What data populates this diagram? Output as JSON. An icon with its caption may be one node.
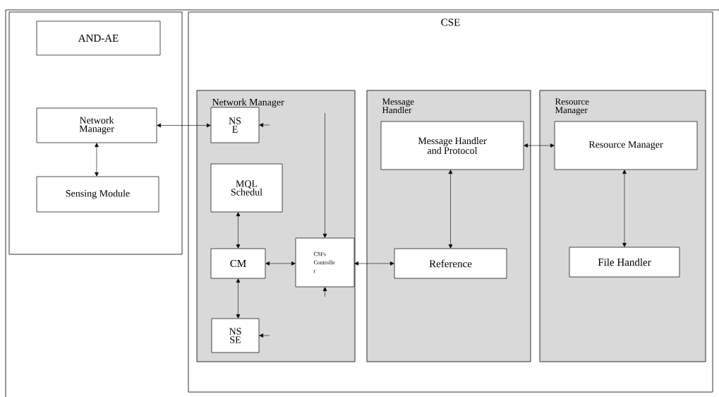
{
  "diagram": {
    "nodes": [
      {
        "text": [],
        "shape": "box"
      },
      {
        "text": [
          "AND-AE"
        ],
        "in": 0
      },
      {
        "text": [
          "Network Manager"
        ],
        "in": 0
      },
      {
        "text": [
          "Sensing Module"
        ],
        "in": 0
      },
      {
        "text": [
          "CSE"
        ]
      },
      {
        "text": [
          "Network Manager"
        ],
        "in": 4
      },
      {
        "text": [
          "NS E"
        ],
        "in": 5
      },
      {
        "text": [
          "MQL Schedul"
        ],
        "in": 5
      },
      {
        "text": [
          "CM"
        ],
        "in": 5
      },
      {
        "text": [
          "CSFs Controlle r"
        ],
        "in": 5
      },
      {
        "text": [
          "NS SE"
        ],
        "in": 5
      },
      {
        "text": [
          "Message Handler"
        ],
        "in": 4
      },
      {
        "text": [
          "Message Handler and Protocol"
        ],
        "in": 11
      },
      {
        "text": [
          "Reference"
        ],
        "in": 11
      },
      {
        "text": [
          "Resource Manager"
        ],
        "in": 4
      },
      {
        "text": [
          "Resource Manager"
        ],
        "in": 14
      },
      {
        "text": [
          "File Handler"
        ],
        "in": 14
      }
    ],
    "edges": [
      {
        "from": 2,
        "to": 6,
        "arrow": "both"
      },
      {
        "from": 2,
        "to": 3,
        "arrow": "both"
      },
      {
        "from": 7,
        "to": 8,
        "arrow": "both"
      },
      {
        "from": 8,
        "to": 9,
        "arrow": "both"
      },
      {
        "from": 9,
        "to": 13,
        "arrow": "both"
      },
      {
        "from": 12,
        "to": 15,
        "arrow": "both"
      },
      {
        "from": 12,
        "to": 13,
        "arrow": "both"
      },
      {
        "from": 15,
        "to": 16,
        "arrow": "both"
      },
      {
        "from": 8,
        "to": 10,
        "arrow": "both"
      },
      {
        "from": null,
        "to": 9,
        "arrow": "to"
      },
      {
        "from": null,
        "to": 9,
        "arrow": "to"
      },
      {
        "from": null,
        "to": 6,
        "arrow": "to"
      },
      {
        "from": null,
        "to": 10,
        "arrow": "to"
      }
    ]
  }
}
